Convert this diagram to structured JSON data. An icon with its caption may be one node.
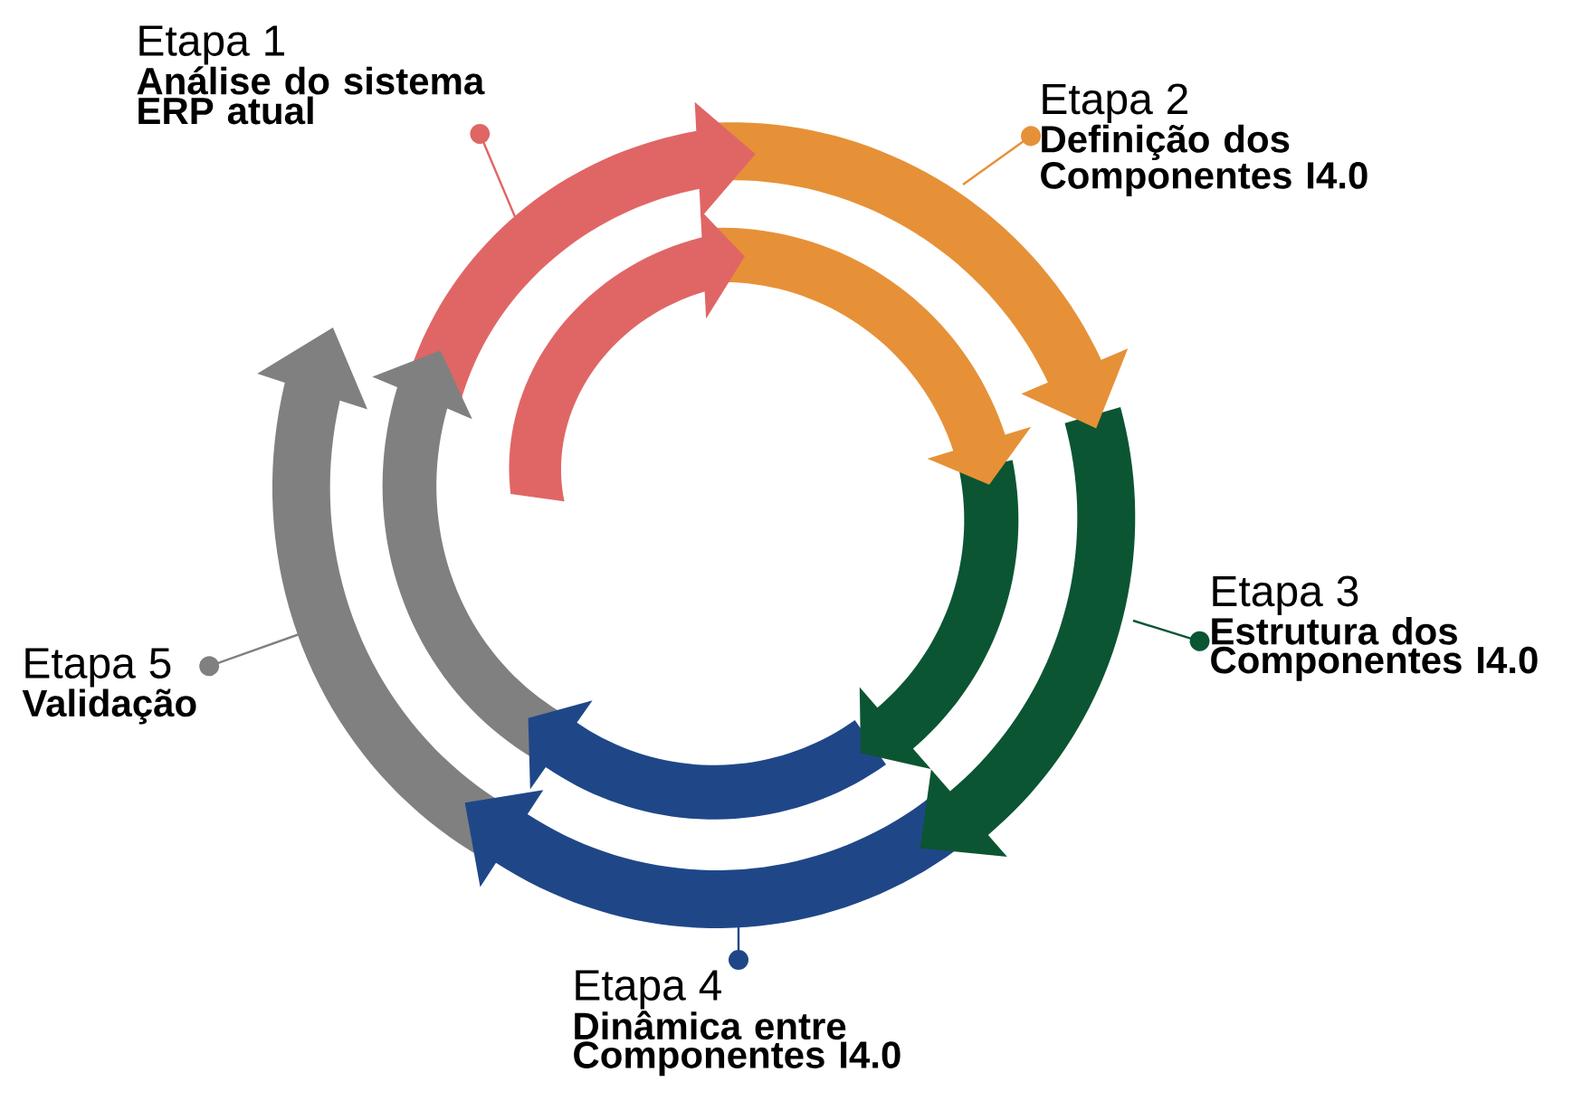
{
  "diagram": {
    "nodes": [
      {
        "text": [
          "Etapa 1",
          "Análise do sistema ERP atual"
        ]
      },
      {
        "text": [
          "Etapa 2",
          "Definição dos Componentes I4.0"
        ]
      },
      {
        "text": [
          "Etapa 3",
          "Estrutura dos Componentes I4.0"
        ]
      },
      {
        "text": [
          "Etapa 4",
          "Dinâmica entre Componentes I4.0"
        ]
      },
      {
        "text": [
          "Etapa 5",
          "Validação"
        ]
      }
    ],
    "edges": [
      {
        "from": 0,
        "to": null,
        "arrow": "other",
        "color": "#e06666"
      },
      {
        "from": 1,
        "to": null,
        "arrow": "other",
        "color": "#e69138"
      },
      {
        "from": 2,
        "to": null,
        "arrow": "other",
        "color": "#0b5533"
      },
      {
        "from": 3,
        "to": null,
        "arrow": "other",
        "color": "#1f4788"
      },
      {
        "from": 4,
        "to": null,
        "arrow": "other",
        "color": "#808080"
      }
    ]
  }
}
